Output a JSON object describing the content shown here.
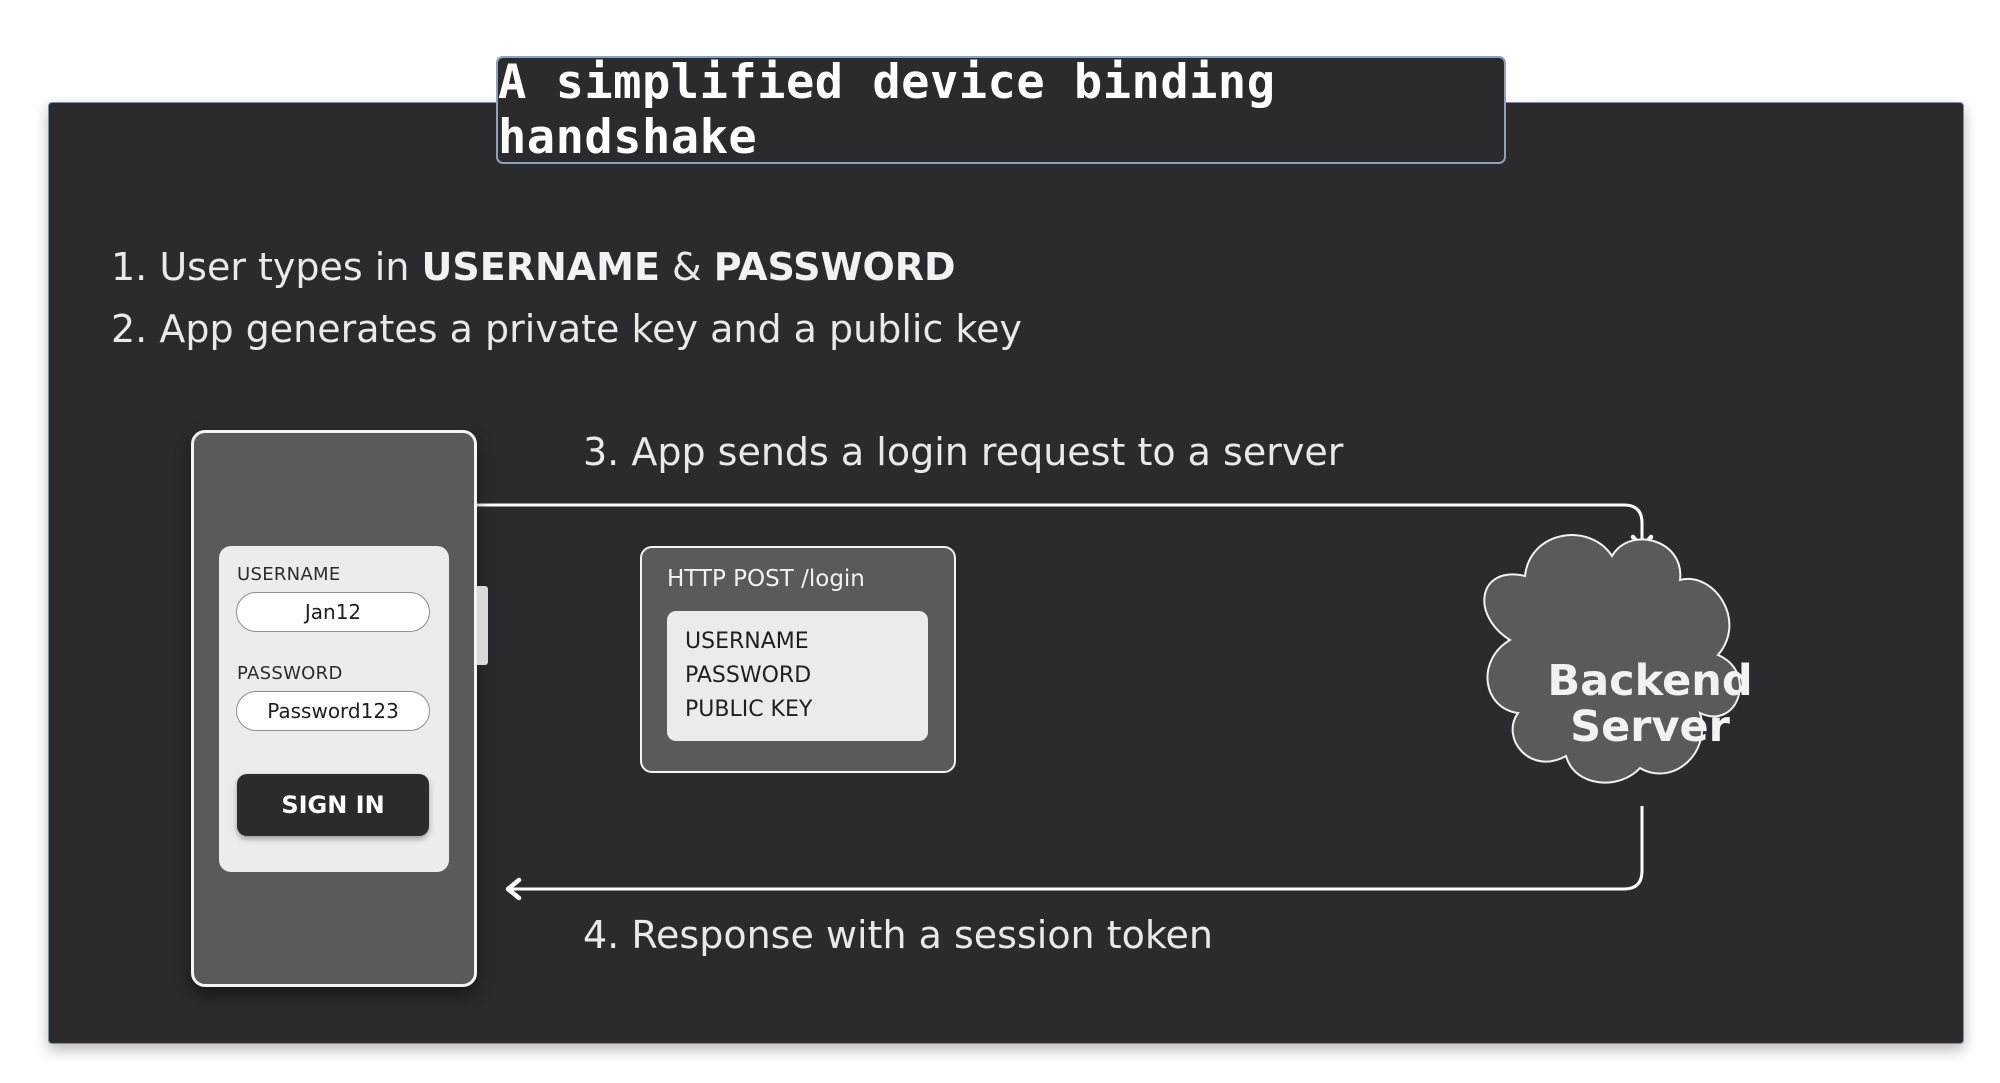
{
  "title": "A simplified device binding handshake",
  "steps": {
    "step1_prefix": "1. User types in ",
    "step1_username": "USERNAME",
    "step1_amp": " & ",
    "step1_password": "PASSWORD",
    "step2": "2. App generates a private key and a public key",
    "step3": "3. App sends a login request to a server",
    "step4": "4. Response with a session token"
  },
  "login_form": {
    "username_label": "USERNAME",
    "username_value": "Jan12",
    "password_label": "PASSWORD",
    "password_value": "Password123",
    "signin_label": "SIGN IN"
  },
  "request": {
    "title": "HTTP POST /login",
    "fields": [
      "USERNAME",
      "PASSWORD",
      "PUBLIC KEY"
    ]
  },
  "server": {
    "line1": "Backend",
    "line2": "Server"
  },
  "colors": {
    "panel": "#2b2a2c",
    "device": "#5a5a5b",
    "card": "#ececec",
    "arrow": "#ffffff",
    "title_border": "#8aa2c0"
  },
  "icons": {
    "request_arrow": "arrow-down-icon",
    "response_arrow": "arrow-left-icon",
    "server_shape": "cloud-icon"
  }
}
